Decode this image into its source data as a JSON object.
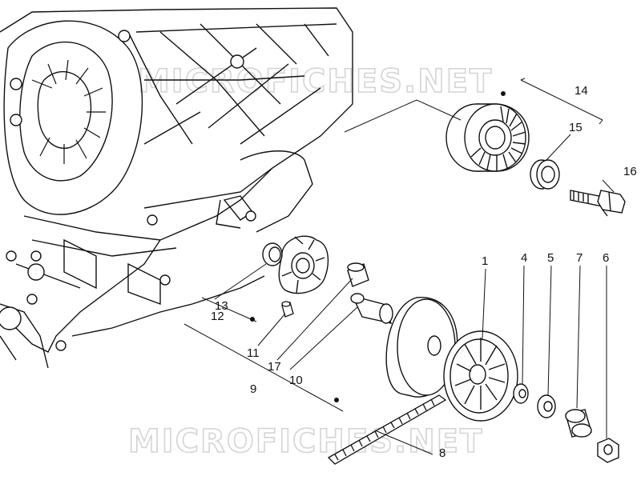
{
  "watermark": "MICROFICHES.NET",
  "callouts": {
    "c1": "1",
    "c4": "4",
    "c5": "5",
    "c6": "6",
    "c7": "7",
    "c8": "8",
    "c9": "9",
    "c10": "10",
    "c11": "11",
    "c12": "12",
    "c13": "13",
    "c14": "14",
    "c15": "15",
    "c16": "16",
    "c17": "17"
  }
}
